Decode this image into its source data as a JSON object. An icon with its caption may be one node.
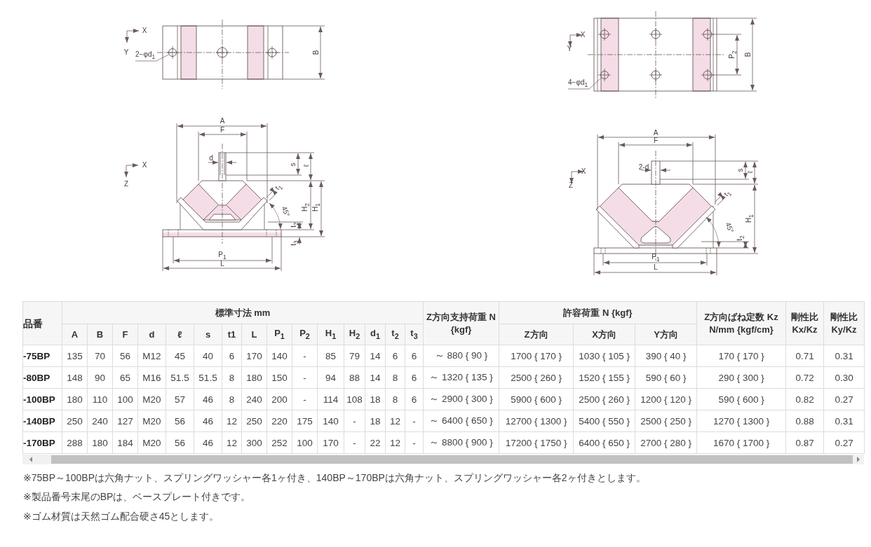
{
  "diagram": {
    "nodes": [
      {
        "text": [
          "2−φd$_{1}$"
        ]
      },
      {
        "text": [],
        "shape": "circle"
      },
      {
        "text": [
          "4−φd$_{1}$"
        ]
      },
      {
        "text": [],
        "shape": "circle"
      }
    ],
    "edges": [
      {
        "from": 0,
        "to": 1,
        "arrow": "none"
      },
      {
        "from": 2,
        "to": 3,
        "arrow": "none"
      }
    ],
    "labels": [
      "X",
      "Y",
      "B",
      "X",
      "Y",
      "P$_{2}$",
      "B",
      "A",
      "F",
      "X",
      "d",
      "Z",
      "s",
      "ℓ",
      "t$_{1}$",
      "H$_{2}$",
      "H$_{1}$",
      "45°",
      "t$_{2}$",
      "t$_{3}$",
      "P$_{1}$",
      "L",
      "A",
      "F",
      "X",
      "2-d",
      "Z",
      "s",
      "ℓ",
      "t$_{1}$",
      "H$_{1}$",
      "45°",
      "t$_{2}$",
      "P$_{1}$",
      "L",
      "品番",
      "標準寸法 mm",
      "Z方向支持荷重 N {kgf}",
      "許容荷重 N {kgf}",
      "Z方向ばね定数 Kz N/mm {kgf/cm}",
      "剛性比 Kx/Kz",
      "剛性比 Ky/Kz",
      "A",
      "B",
      "F",
      "d",
      "ℓ",
      "s",
      "t1",
      "L",
      "P$_{1}$",
      "P$_{2}$",
      "H$_{1}$",
      "H$_{2}$",
      "d$_{1}$",
      "t$_{2}$",
      "t$_{3}$",
      "Z方向",
      "X方向",
      "Y方向",
      "-75BP",
      "135",
      "70",
      "56",
      "M12",
      "45",
      "40",
      "6",
      "170",
      "140",
      "-",
      "85",
      "79",
      "14",
      "6",
      "6",
      "～ 880 { 90 }",
      "1700 { 170 }",
      "1030 { 105 }",
      "390 { 40 }",
      "170 { 170 }",
      "0.71",
      "0.31",
      "-80BP",
      "148",
      "90",
      "65",
      "M16",
      "51.5",
      "51.5",
      "8",
      "180",
      "150",
      "-",
      "94",
      "88",
      "14",
      "8",
      "6",
      "～ 1320 { 135 }",
      "2500 { 260 }",
      "1520 { 155 }",
      "590 { 60 }",
      "290 { 300 }",
      "0.72",
      "0.30",
      "-100BP",
      "180",
      "110",
      "100",
      "M20",
      "57",
      "46",
      "8",
      "240",
      "200",
      "-",
      "114",
      "108",
      "18",
      "8",
      "6",
      "～ 2900 { 300 }",
      "5900 { 600 }",
      "2500 { 260 }",
      "1200 { 120 }",
      "590 { 600 }",
      "0.82",
      "0.27",
      "-140BP",
      "250",
      "240",
      "127",
      "M20",
      "56",
      "46",
      "12",
      "250",
      "220",
      "175",
      "140",
      "-",
      "18",
      "12",
      "-",
      "～ 6400 { 650 }",
      "12700 { 1300 }",
      "5400 { 550 }",
      "2500 { 250 }",
      "1270 { 1300 }",
      "0.88",
      "0.31",
      "-170BP",
      "288",
      "180",
      "184",
      "M20",
      "56",
      "46",
      "12",
      "300",
      "252",
      "100",
      "170",
      "-",
      "22",
      "12",
      "-",
      "～ 8800 { 900 }",
      "17200 { 1750 }",
      "6400 { 650 }",
      "2700 { 280 }",
      "1670 { 1700 }",
      "0.87",
      "0.27",
      "※75BP～100BPは六角ナット、スプリングワッシャー各1ヶ付き、140BP～170BPは六角ナット、スプリングワッシャー各2ヶ付きとします。",
      "※製品番号末尾のBPは、ベースプレート付きです。",
      "※ゴム材質は天然ゴム配合硬さ45とします。"
    ]
  }
}
